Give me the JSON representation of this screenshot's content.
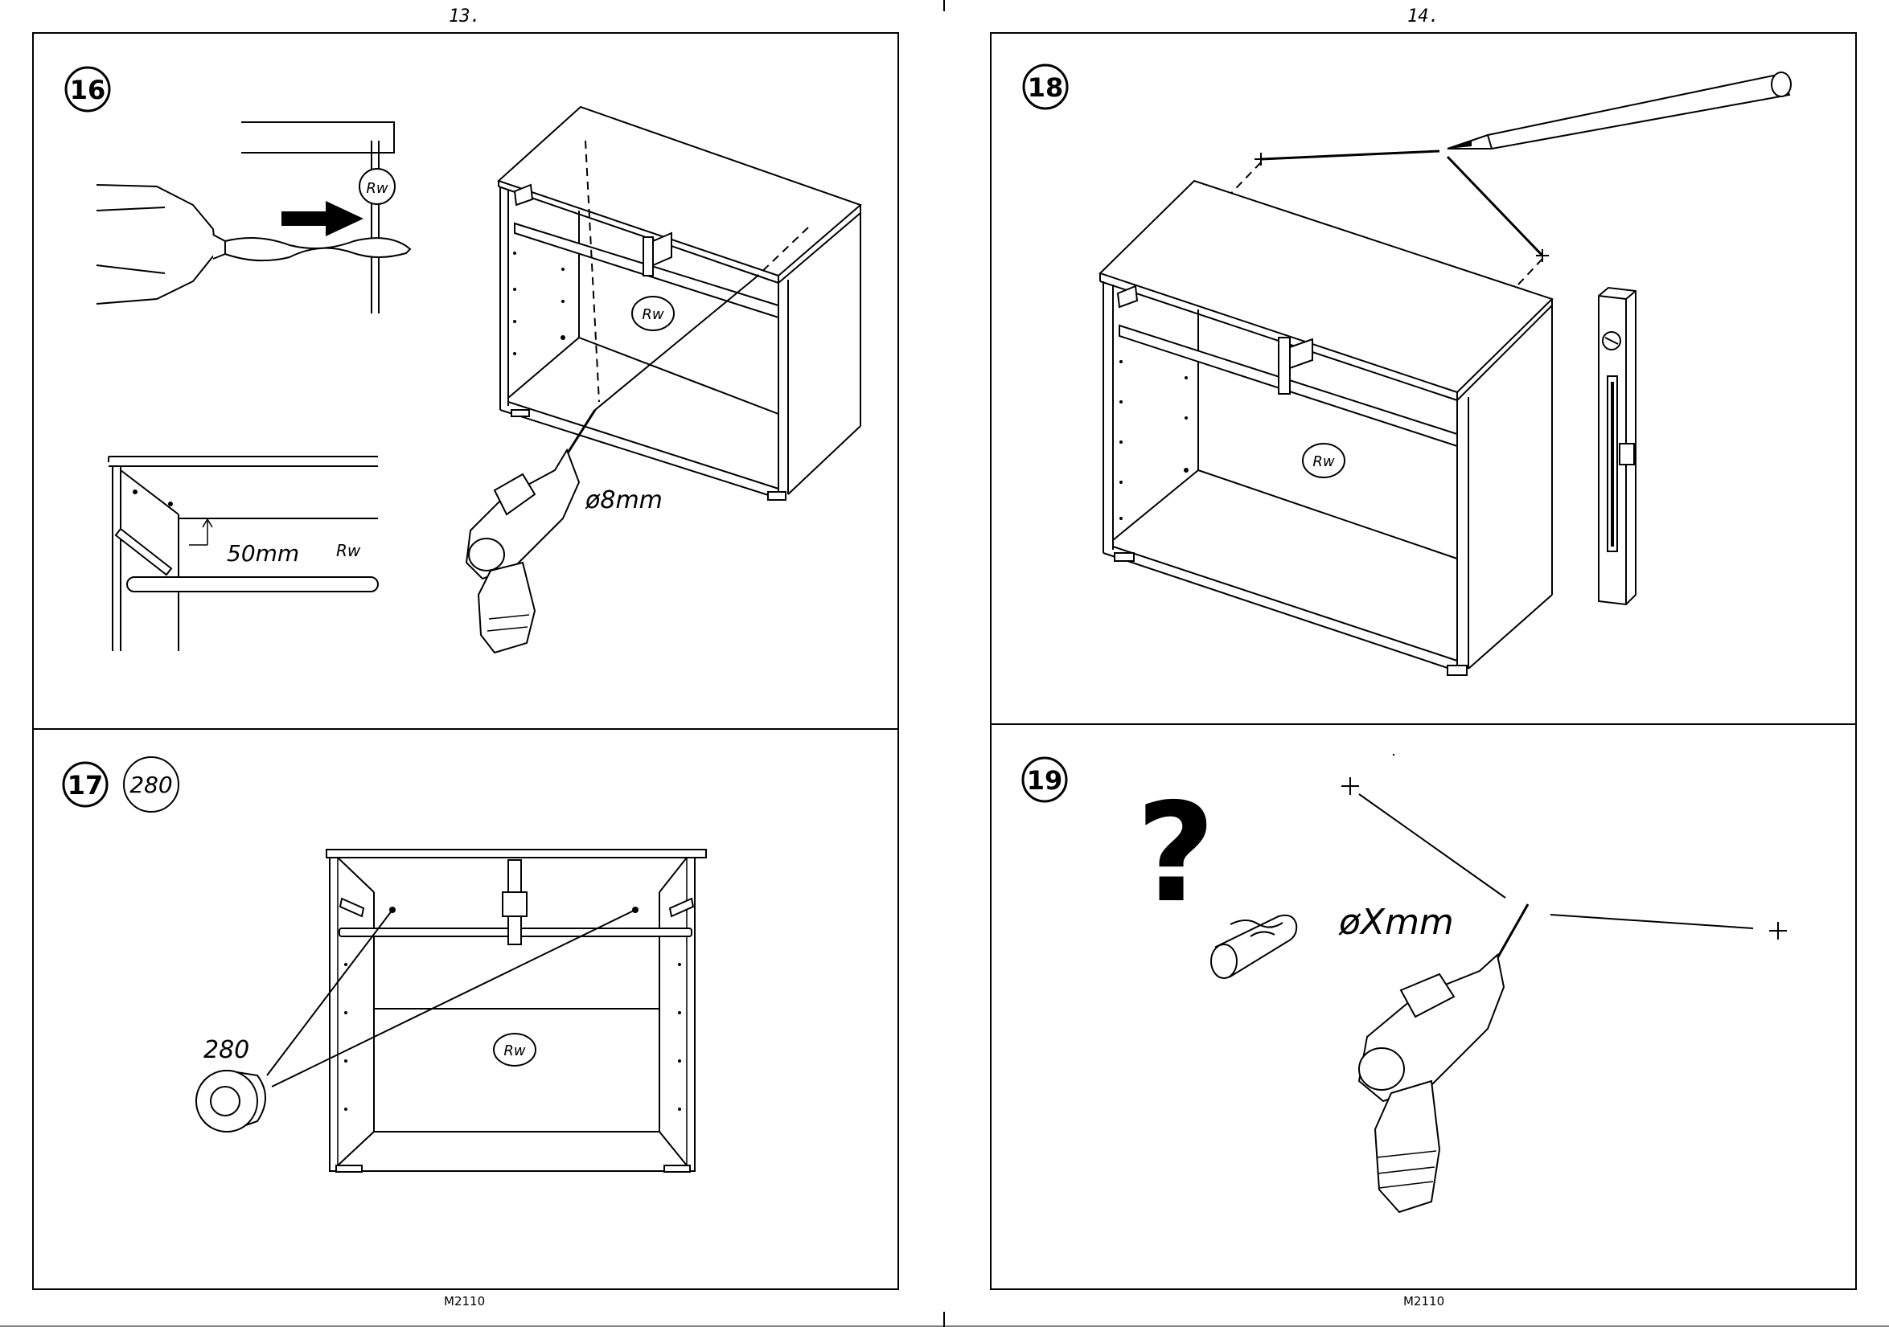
{
  "left_page": {
    "page_number": "13.",
    "footer_code": "M2110",
    "step16": {
      "step": "16",
      "label_rw_1": "Rw",
      "label_rw_2": "Rw",
      "label_rw_3": "Rw",
      "dim_50": "50mm",
      "drill_size": "ø8mm"
    },
    "step17": {
      "step": "17",
      "part_badge": "280",
      "part_label": "280",
      "label_rw": "Rw"
    }
  },
  "right_page": {
    "page_number": "14.",
    "footer_code": "M2110",
    "step18": {
      "step": "18",
      "label_rw": "Rw"
    },
    "step19": {
      "step": "19",
      "question": "?",
      "drill_size": "øXmm"
    }
  }
}
